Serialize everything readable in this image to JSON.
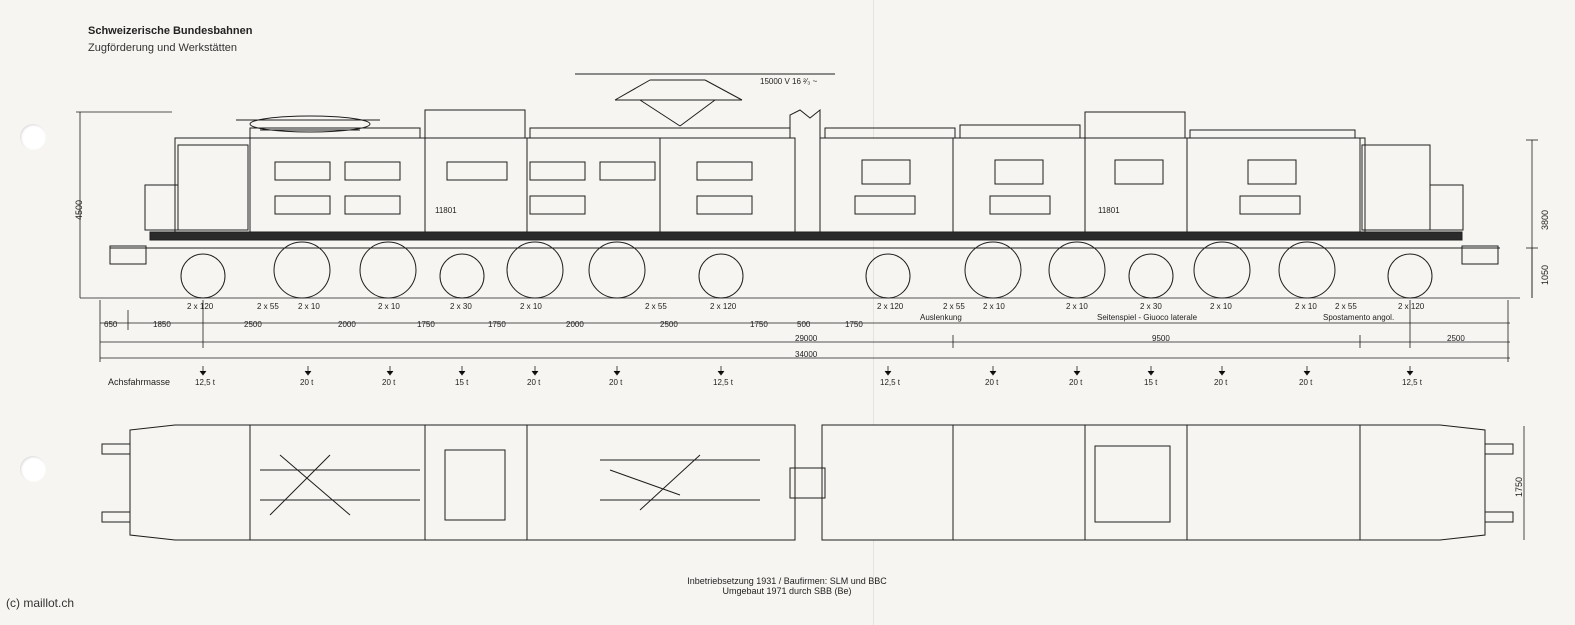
{
  "header": {
    "title": "Schweizerische Bundesbahnen",
    "subtitle": "Zugförderung und Werkstätten"
  },
  "power": "15000 V 16 ²⁄₃ ~",
  "car_number": "11801",
  "heights": {
    "overall": "4500",
    "body": "3800",
    "buffer": "1050"
  },
  "axle_spacing_labels": [
    "2 x 120",
    "2 x 55",
    "2 x 10",
    "2 x 30",
    "2 x 10",
    "2 x 10",
    "2 x 55",
    "2 x 120",
    "2 x 120",
    "2 x 55",
    "2 x 10",
    "2 x 10",
    "2 x 30",
    "2 x 10",
    "2 x 10",
    "2 x 55",
    "2 x 120"
  ],
  "lengths": [
    "650",
    "1850",
    "2500",
    "2000",
    "1750",
    "1750",
    "2000",
    "2500",
    "1750",
    "500",
    "1750"
  ],
  "annotations": {
    "auslenkung": "Auslenkung",
    "seitenspiel": "Seitenspiel - Giuoco laterale",
    "spostamento": "Spostamento angol."
  },
  "totals": {
    "wheelbase": "29000",
    "bogie_span": "9500",
    "overhang": "2500",
    "overall": "34000"
  },
  "axle_loads_label": "Achsfahrmasse",
  "axle_loads": [
    "12,5 t",
    "20 t",
    "20 t",
    "15 t",
    "20 t",
    "20 t",
    "12,5 t",
    "12,5 t",
    "20 t",
    "20 t",
    "15 t",
    "20 t",
    "20 t",
    "12,5 t"
  ],
  "plan_width": "1750",
  "footer": {
    "line1": "Inbetriebsetzung 1931 / Baufirmen: SLM und BBC",
    "line2": "Umgebaut 1971 durch SBB (Be)"
  },
  "copyright": "(c) maillot.ch"
}
